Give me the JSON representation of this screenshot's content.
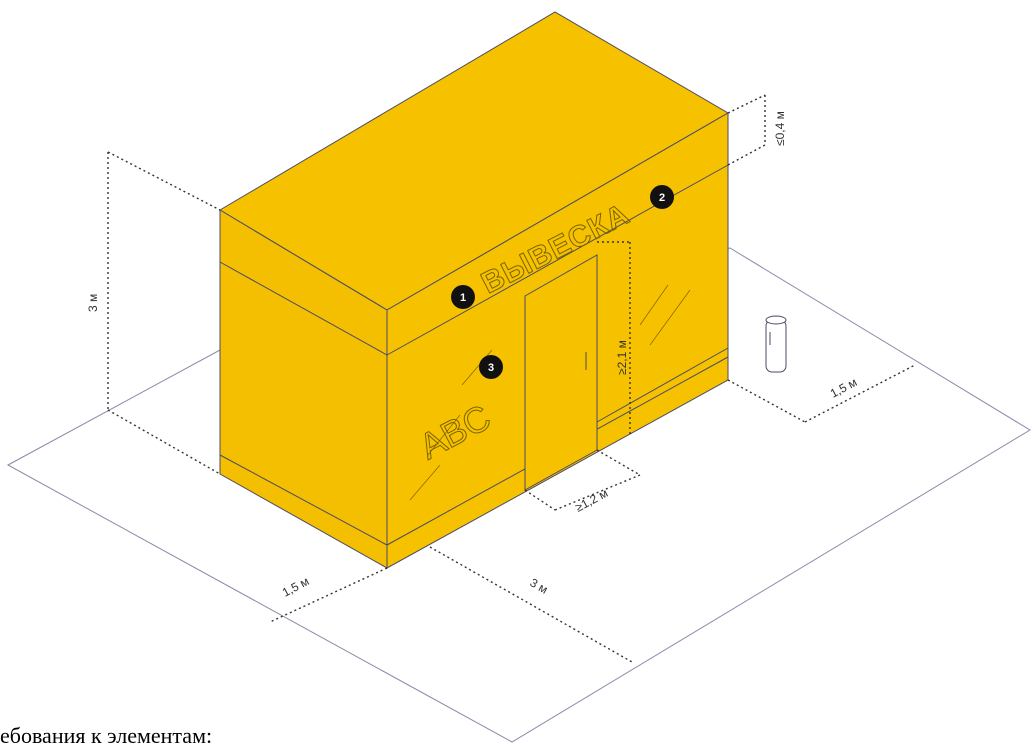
{
  "colors": {
    "kiosk": "#f6c200",
    "kiosk_dark": "#e3b000",
    "outline": "#4a4a66",
    "badge": "#111111"
  },
  "sign_text": "ВЫВЕСКА",
  "window_text": "ABC",
  "dimensions": {
    "height": "3 м",
    "sign_height": "≤0,4 м",
    "door_height": "≥2,1 м",
    "door_width": "≥1,2 м",
    "side_clearance_right": "1,5 м",
    "side_clearance_left": "1,5 м",
    "front_length": "3 м"
  },
  "badges": [
    "1",
    "2",
    "3"
  ],
  "caption": "ебования к элементам:"
}
